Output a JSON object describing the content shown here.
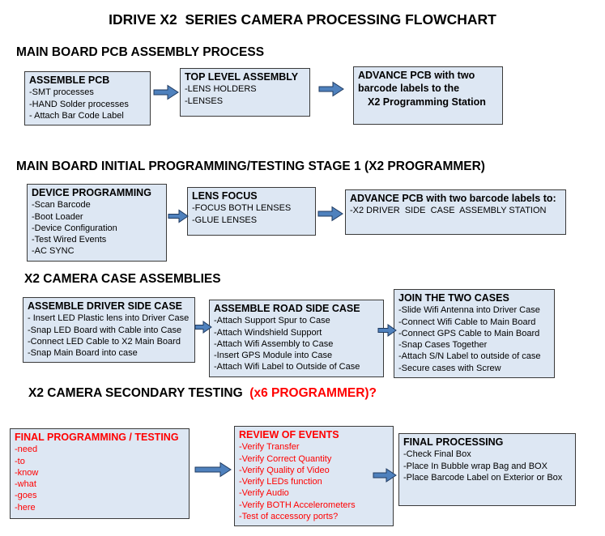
{
  "title": "IDRIVE X2  SERIES CAMERA PROCESSING FLOWCHART",
  "colors": {
    "box_fill": "#dde7f3",
    "box_border": "#3a3a3a",
    "accent_red": "#ff0000",
    "arrow_blue": "#4f81bd",
    "arrow_outline": "#1f3a60"
  },
  "sections": [
    {
      "heading": "MAIN BOARD PCB ASSEMBLY PROCESS",
      "boxes": [
        {
          "title": "ASSEMBLE PCB",
          "items": [
            "-SMT processes",
            "-HAND Solder processes",
            "- Attach Bar Code Label"
          ]
        },
        {
          "title": "TOP LEVEL ASSEMBLY",
          "items": [
            "-LENS HOLDERS",
            "-LENSES"
          ]
        },
        {
          "title": "ADVANCE PCB with two barcode labels to the",
          "items": [
            "X2 Programming Station"
          ]
        }
      ]
    },
    {
      "heading": "MAIN BOARD INITIAL PROGRAMMING/TESTING STAGE 1 (X2 PROGRAMMER)",
      "boxes": [
        {
          "title": "DEVICE PROGRAMMING",
          "items": [
            "-Scan Barcode",
            "-Boot Loader",
            "-Device Configuration",
            "-Test Wired Events",
            "-AC SYNC"
          ]
        },
        {
          "title": "LENS FOCUS",
          "items": [
            "-FOCUS BOTH LENSES",
            "-GLUE LENSES"
          ]
        },
        {
          "title": "ADVANCE PCB with two barcode labels to:",
          "items": [
            "-X2 DRIVER  SIDE  CASE  ASSEMBLY STATION"
          ]
        }
      ]
    },
    {
      "heading": "X2 CAMERA CASE ASSEMBLIES",
      "boxes": [
        {
          "title": "ASSEMBLE DRIVER SIDE CASE",
          "items": [
            "- Insert LED Plastic lens into Driver Case",
            "-Snap LED Board with Cable into Case",
            "-Connect LED Cable to X2 Main Board",
            "-Snap Main Board into case"
          ]
        },
        {
          "title": "ASSEMBLE ROAD SIDE CASE",
          "items": [
            "-Attach Support Spur to Case",
            "-Attach Windshield Support",
            "-Attach Wifi Assembly to Case",
            "-Insert GPS Module into Case",
            "-Attach Wifi Label to Outside of Case"
          ]
        },
        {
          "title": "JOIN THE TWO CASES",
          "items": [
            "-Slide Wifi Antenna into Driver Case",
            "-Connect Wifi Cable to Main Board",
            "-Connect GPS Cable to Main Board",
            "-Snap Cases Together",
            "-Attach S/N Label to outside of case",
            "-Secure cases with Screw"
          ]
        }
      ]
    },
    {
      "heading": "X2 CAMERA SECONDARY TESTING  ",
      "heading_suffix": "(x6 PROGRAMMER)?",
      "boxes": [
        {
          "title": "FINAL PROGRAMMING / TESTING",
          "items": [
            "-need",
            "-to",
            "-know",
            "-what",
            "-goes",
            "-here"
          ]
        },
        {
          "title": "REVIEW OF EVENTS",
          "items": [
            "-Verify Transfer",
            "-Verify Correct Quantity",
            "-Verify Quality of Video",
            "-Verify LEDs function",
            "-Verify Audio",
            "-Verify BOTH Accelerometers",
            "-Test of accessory ports?"
          ]
        },
        {
          "title": "FINAL PROCESSING",
          "items": [
            "-Check Final Box",
            "-Place In Bubble wrap Bag and BOX",
            "-Place Barcode Label on Exterior or Box"
          ]
        }
      ]
    }
  ]
}
